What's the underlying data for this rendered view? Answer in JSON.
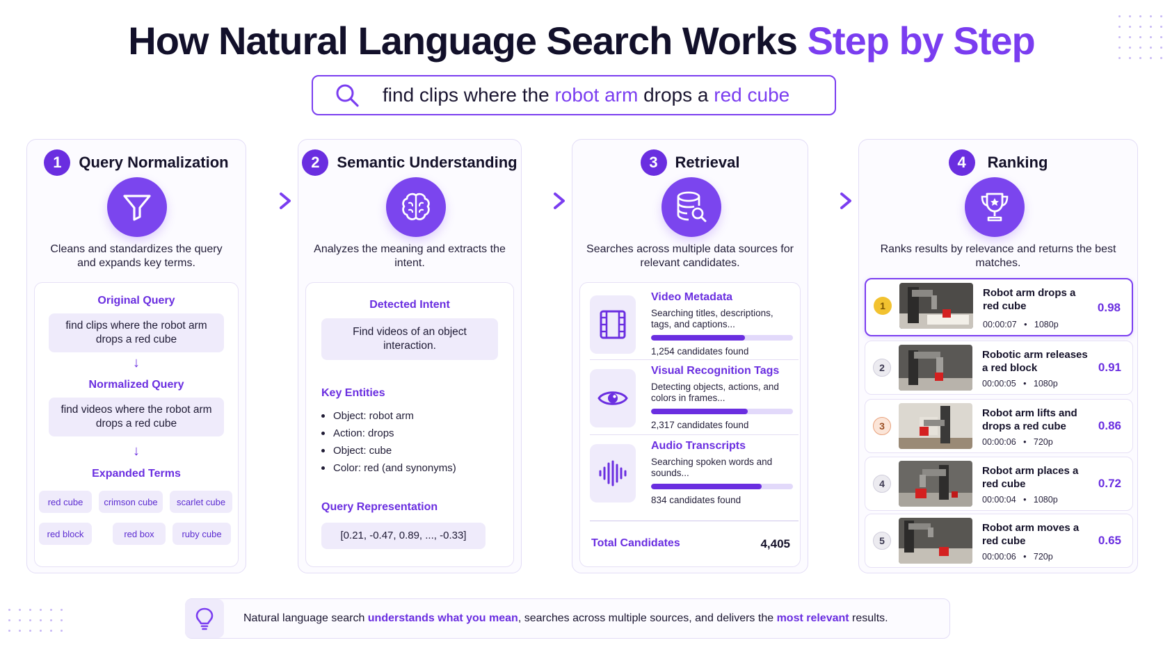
{
  "header": {
    "title_main": "How Natural Language Search Works ",
    "title_accent": "Step by Step"
  },
  "search": {
    "part1": "find clips where the ",
    "hl1": "robot arm",
    "part2": " drops a ",
    "hl2": "red cube"
  },
  "steps": [
    {
      "number": "1",
      "title": "Query Normalization",
      "description": "Cleans and standardizes the query and expands key terms.",
      "original_label": "Original Query",
      "original_text": "find clips where the robot arm drops a red cube",
      "normalized_label": "Normalized Query",
      "normalized_text": "find videos where the robot arm drops a red cube",
      "expanded_label": "Expanded Terms",
      "terms": [
        "red cube",
        "crimson cube",
        "scarlet cube",
        "red block",
        "red box",
        "ruby cube"
      ]
    },
    {
      "number": "2",
      "title": "Semantic Understanding",
      "description": "Analyzes the meaning and extracts the intent.",
      "intent_label": "Detected Intent",
      "intent_text": "Find videos of an object interaction.",
      "entities_label": "Key Entities",
      "entities": [
        "Object: robot arm",
        "Action: drops",
        "Object: cube",
        "Color: red (and synonyms)"
      ],
      "representation_label": "Query Representation",
      "representation_value": "[0.21, -0.47, 0.89, ..., -0.33]"
    },
    {
      "number": "3",
      "title": "Retrieval",
      "description": "Searches across multiple data sources for relevant candidates.",
      "sources": [
        {
          "title": "Video Metadata",
          "desc": "Searching titles, descriptions, tags, and captions...",
          "count": "1,254 candidates found",
          "progress": 0.66,
          "icon": "film-icon"
        },
        {
          "title": "Visual Recognition Tags",
          "desc": "Detecting objects, actions, and colors in frames...",
          "count": "2,317 candidates found",
          "progress": 0.68,
          "icon": "eye-icon"
        },
        {
          "title": "Audio Transcripts",
          "desc": "Searching spoken words and sounds...",
          "count": "834 candidates found",
          "progress": 0.78,
          "icon": "soundwave-icon"
        }
      ],
      "total_label": "Total Candidates",
      "total_value": "4,405"
    },
    {
      "number": "4",
      "title": "Ranking",
      "description": "Ranks results by relevance and returns the best matches.",
      "results": [
        {
          "rank": "1",
          "title": "Robot arm drops a red cube",
          "time": "00:00:07",
          "res": "1080p",
          "score": "0.98"
        },
        {
          "rank": "2",
          "title": "Robotic arm releases a red block",
          "time": "00:00:05",
          "res": "1080p",
          "score": "0.91"
        },
        {
          "rank": "3",
          "title": "Robot arm lifts and drops a red cube",
          "time": "00:00:06",
          "res": "720p",
          "score": "0.86"
        },
        {
          "rank": "4",
          "title": "Robot arm places a red cube",
          "time": "00:00:04",
          "res": "1080p",
          "score": "0.72"
        },
        {
          "rank": "5",
          "title": "Robot arm moves a red cube",
          "time": "00:00:06",
          "res": "720p",
          "score": "0.65"
        }
      ]
    }
  ],
  "footer": {
    "t1": "Natural language search ",
    "hl1": "understands what you mean",
    "t2": ", searches across multiple sources, and delivers the ",
    "hl2": "most relevant",
    "t3": " results."
  },
  "colors": {
    "accent": "#7a3df0",
    "badge": "#6a2ee0",
    "tint": "#efebfb",
    "gold": "#f2c230",
    "bronze": "#e8a07a"
  }
}
